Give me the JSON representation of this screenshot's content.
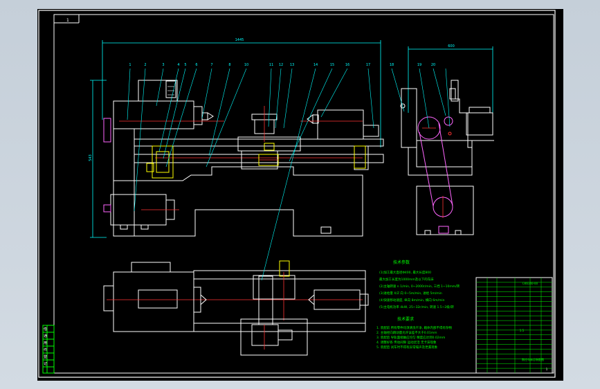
{
  "drawing": {
    "part_numbers": [
      "1",
      "2",
      "3",
      "4",
      "5",
      "6",
      "7",
      "8",
      "10",
      "11",
      "12",
      "13",
      "14",
      "15",
      "16",
      "17",
      "18",
      "19",
      "20"
    ],
    "dimensions": {
      "overall_length": "1445",
      "side_width": "600",
      "height": "543"
    },
    "tech_params_title": "技术参数",
    "tech_params": [
      "(1)加工最大直径Φ400, 最大长度800",
      "最大加工长度为1000mm及以下的车床",
      "(2)主轴转速 n 1/min, 0~2000r/min, 三挡 1~10mm/转",
      "(3)进给量 X/Z 向 0~5m/min, 进给 5m/min",
      "(4)快速移动速度, 纵向 8m/min, 横向 6m/min",
      "(5)主电机功率 4kW, 25~32r/min, 转速 1.5~2级/转"
    ],
    "tech_req_title": "技术要求",
    "tech_req": [
      "1. 装配前 所有零件均须清洗干净, 箱体内部不得有杂物",
      "2. 主轴径向跳动量允许误差不大于0.01mm",
      "3. 装配后 导轨面接触应均匀 精度应达到0.02mm",
      "4. 调整好各 传动间隙 运动灵活 无卡滞现象",
      "5. 装配后 试车时不得有异常噪声及泄漏现象"
    ],
    "title_block": {
      "drawing_name": "数控车床总装配图",
      "drawing_no": "CK6140-00",
      "scale": "1:5",
      "sheet": "1"
    },
    "left_strip_labels": [
      "借",
      "通",
      "用",
      "件",
      "登",
      "记"
    ],
    "frame_tab": "1"
  }
}
